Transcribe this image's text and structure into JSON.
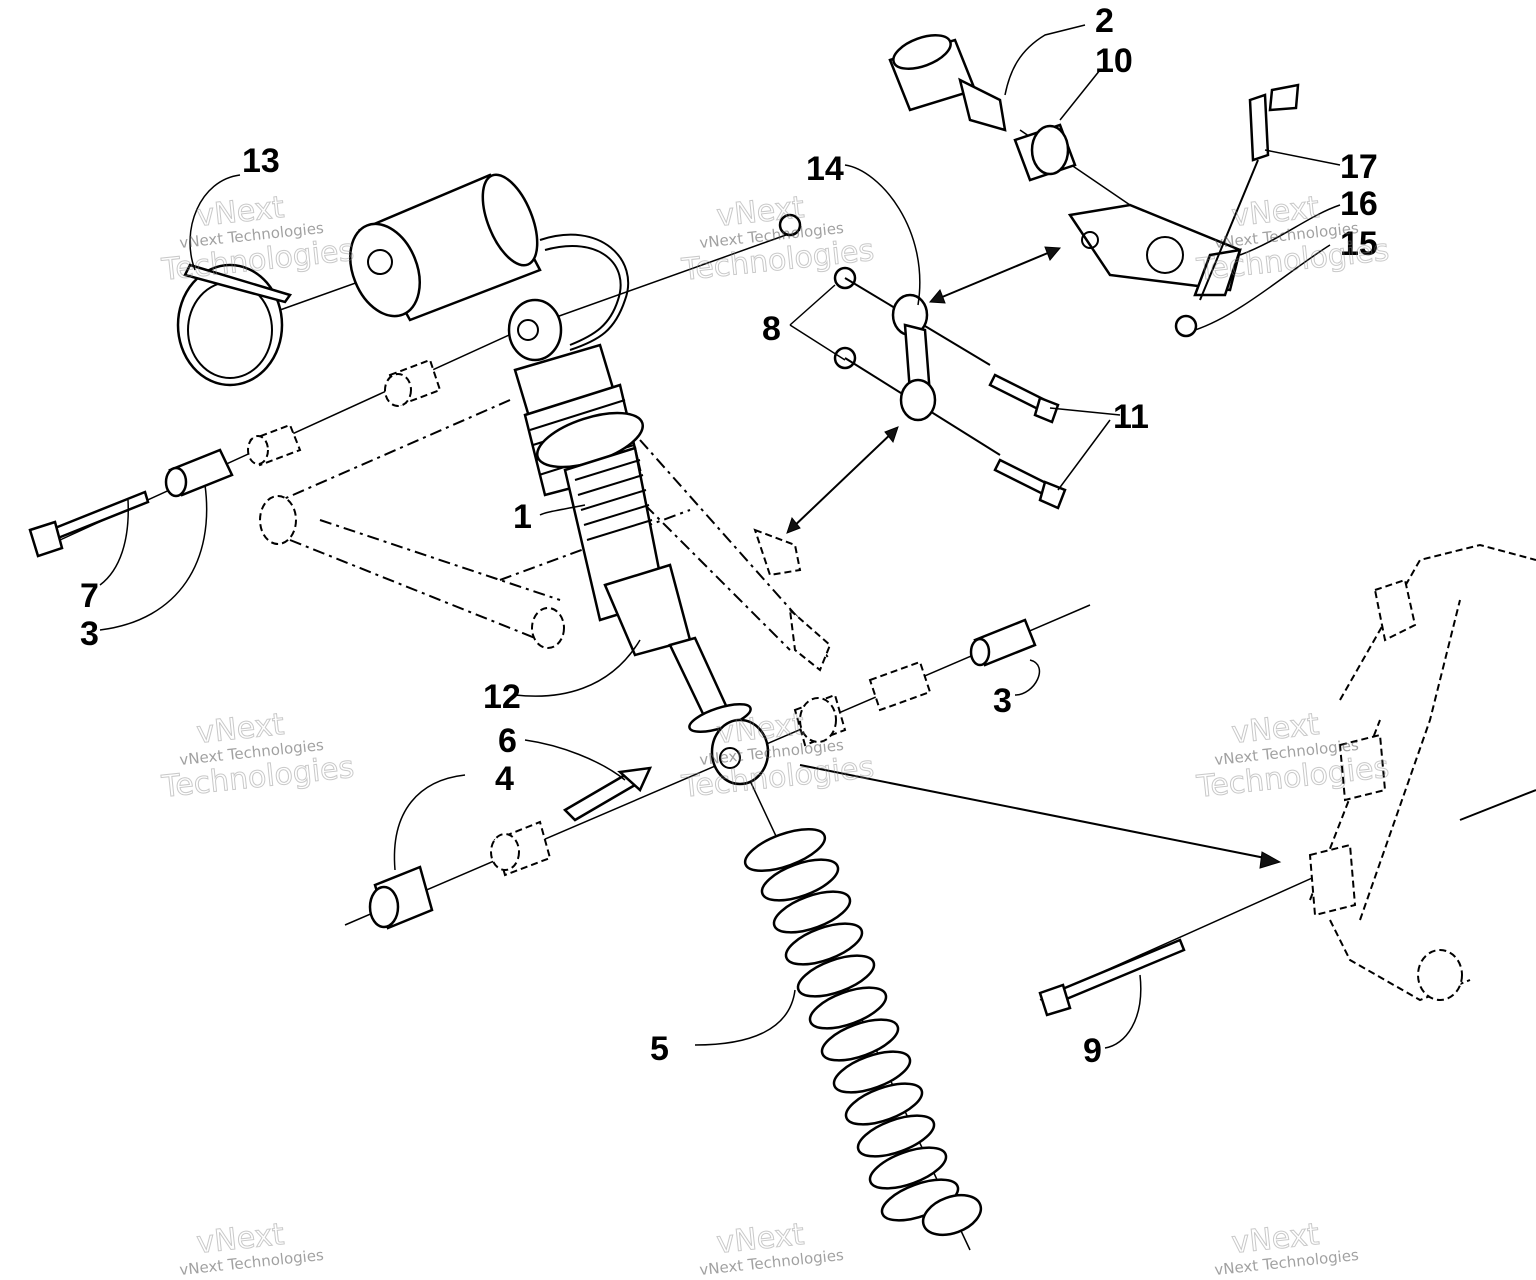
{
  "callouts": {
    "c1": "1",
    "c2": "2",
    "c3a": "3",
    "c3b": "3",
    "c4": "4",
    "c5": "5",
    "c6": "6",
    "c7": "7",
    "c8": "8",
    "c9": "9",
    "c10": "10",
    "c11": "11",
    "c12": "12",
    "c13": "13",
    "c14": "14",
    "c15": "15",
    "c16": "16",
    "c17": "17"
  },
  "watermark": {
    "line1": "vNext Technologies",
    "line2": "vNext",
    "line3": "Technologies"
  },
  "colors": {
    "ink": "#000000",
    "paper": "#ffffff"
  }
}
